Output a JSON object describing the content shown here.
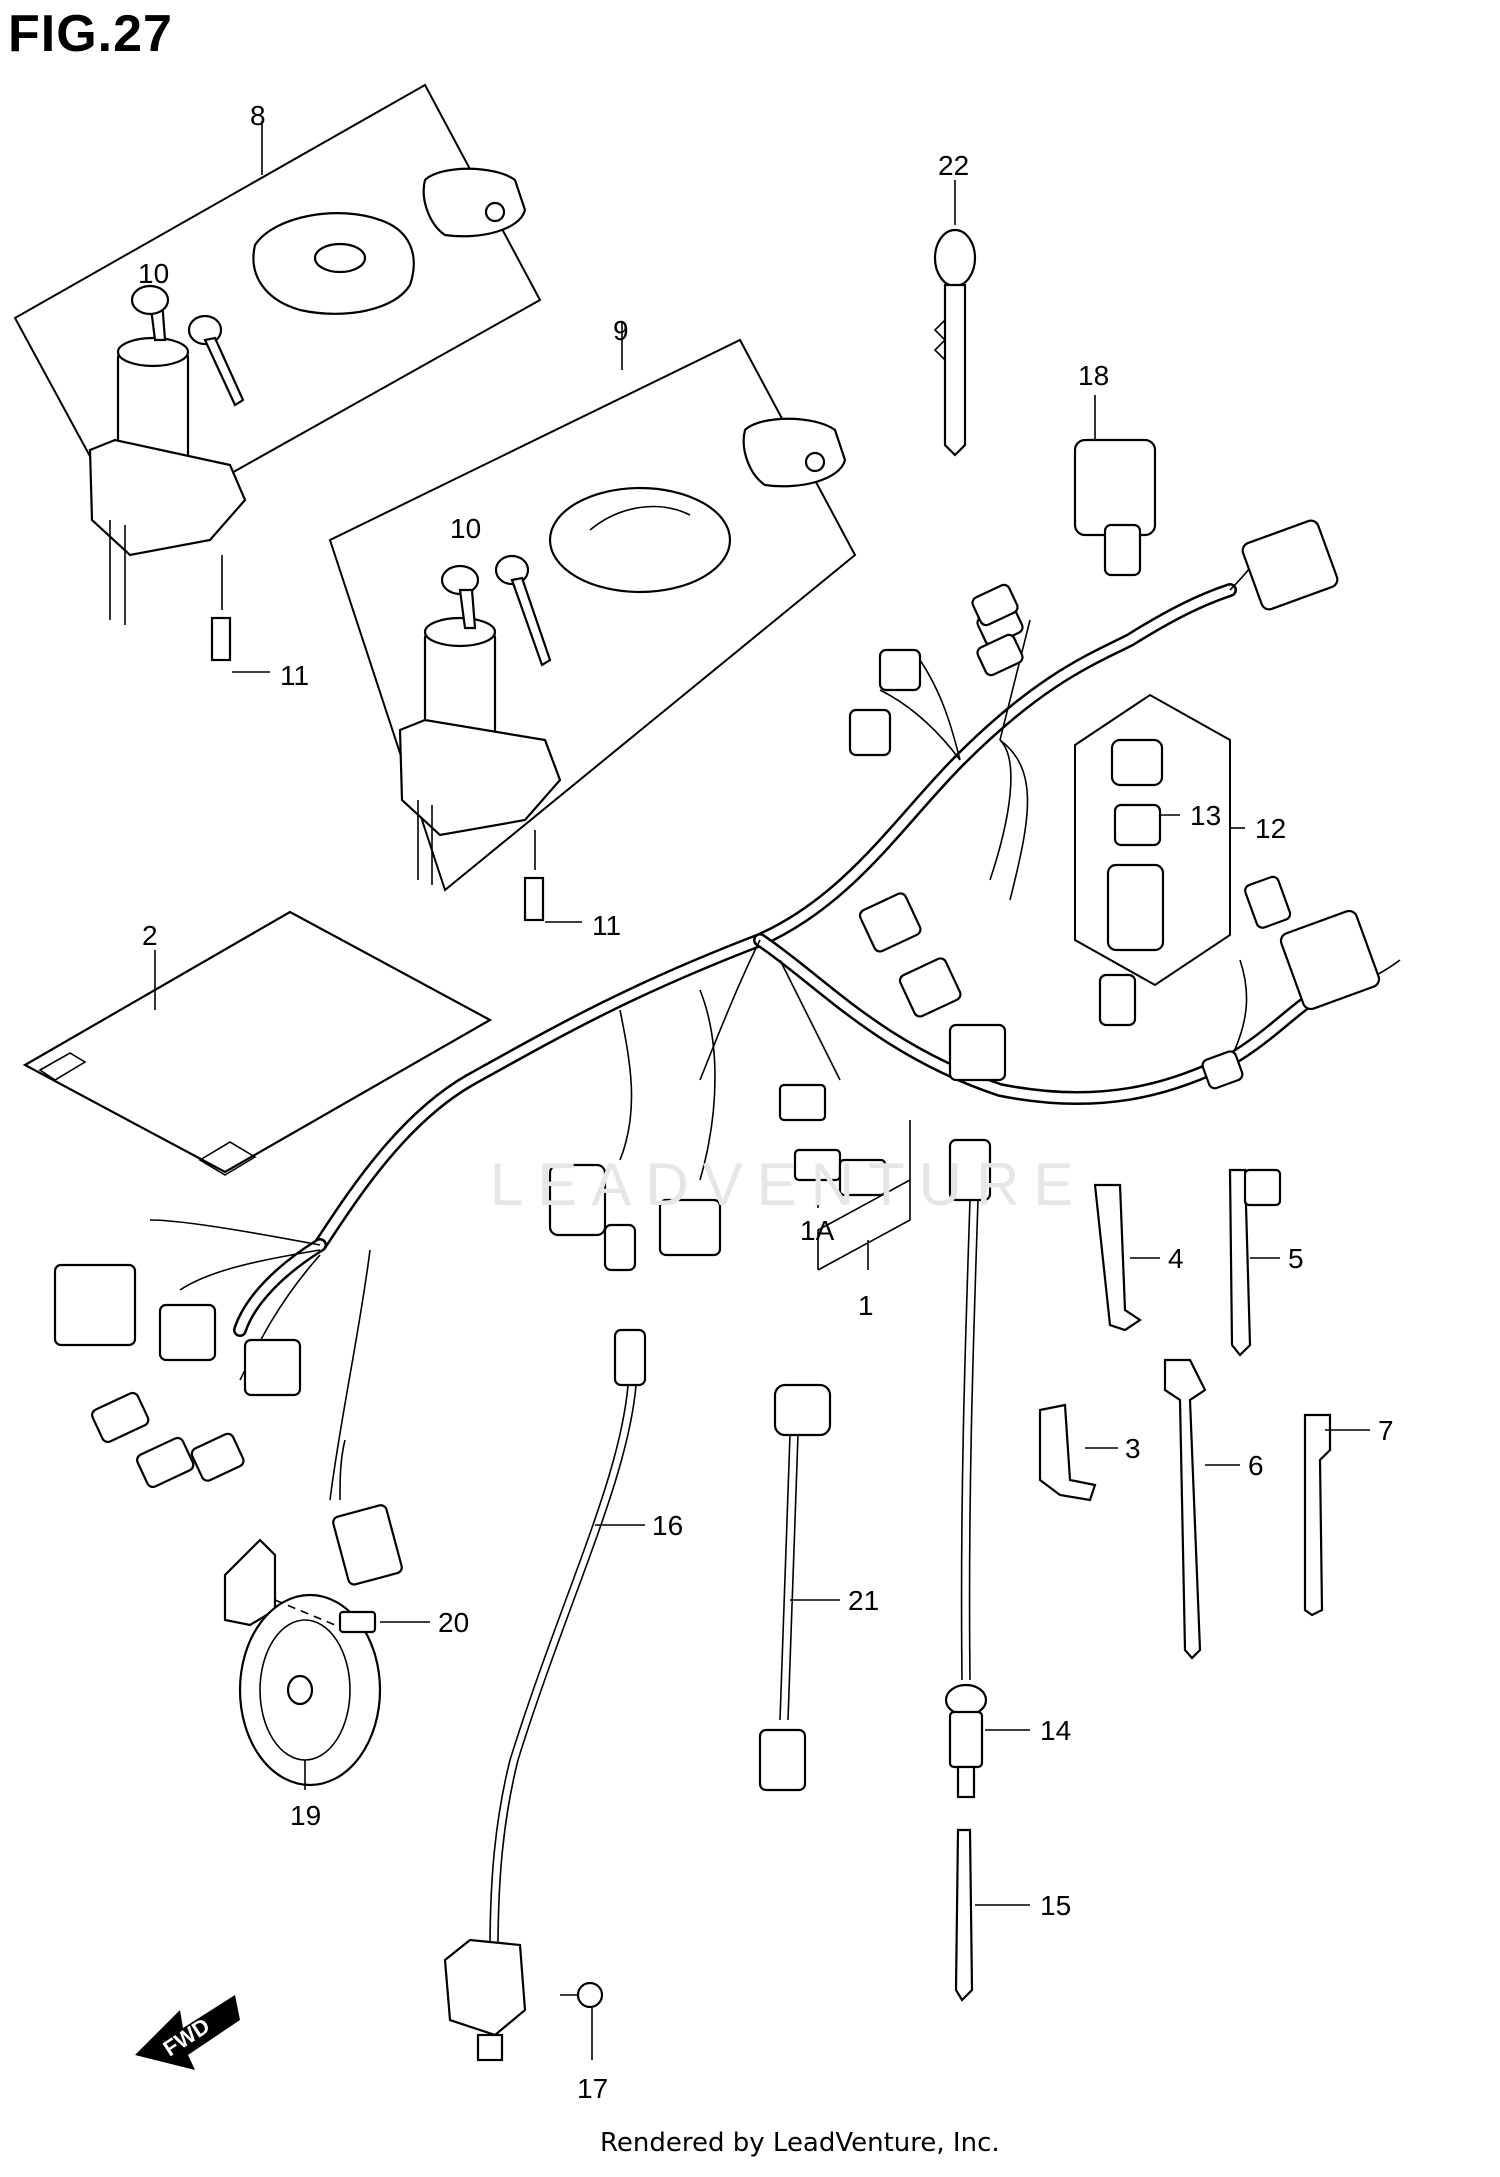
{
  "figure": {
    "title": "FIG.27"
  },
  "footer": {
    "text": "Rendered by LeadVenture, Inc."
  },
  "watermark": {
    "text": "LEADVENTURE"
  },
  "fwd_arrow": {
    "label": "FWD"
  },
  "callouts": {
    "c1": "1",
    "c1A": "1A",
    "c2": "2",
    "c3": "3",
    "c4": "4",
    "c5": "5",
    "c6": "6",
    "c7": "7",
    "c8": "8",
    "c9": "9",
    "c10a": "10",
    "c10b": "10",
    "c11a": "11",
    "c11b": "11",
    "c12": "12",
    "c13": "13",
    "c14": "14",
    "c15": "15",
    "c16": "16",
    "c17": "17",
    "c18": "18",
    "c19": "19",
    "c20": "20",
    "c21": "21",
    "c22": "22"
  }
}
